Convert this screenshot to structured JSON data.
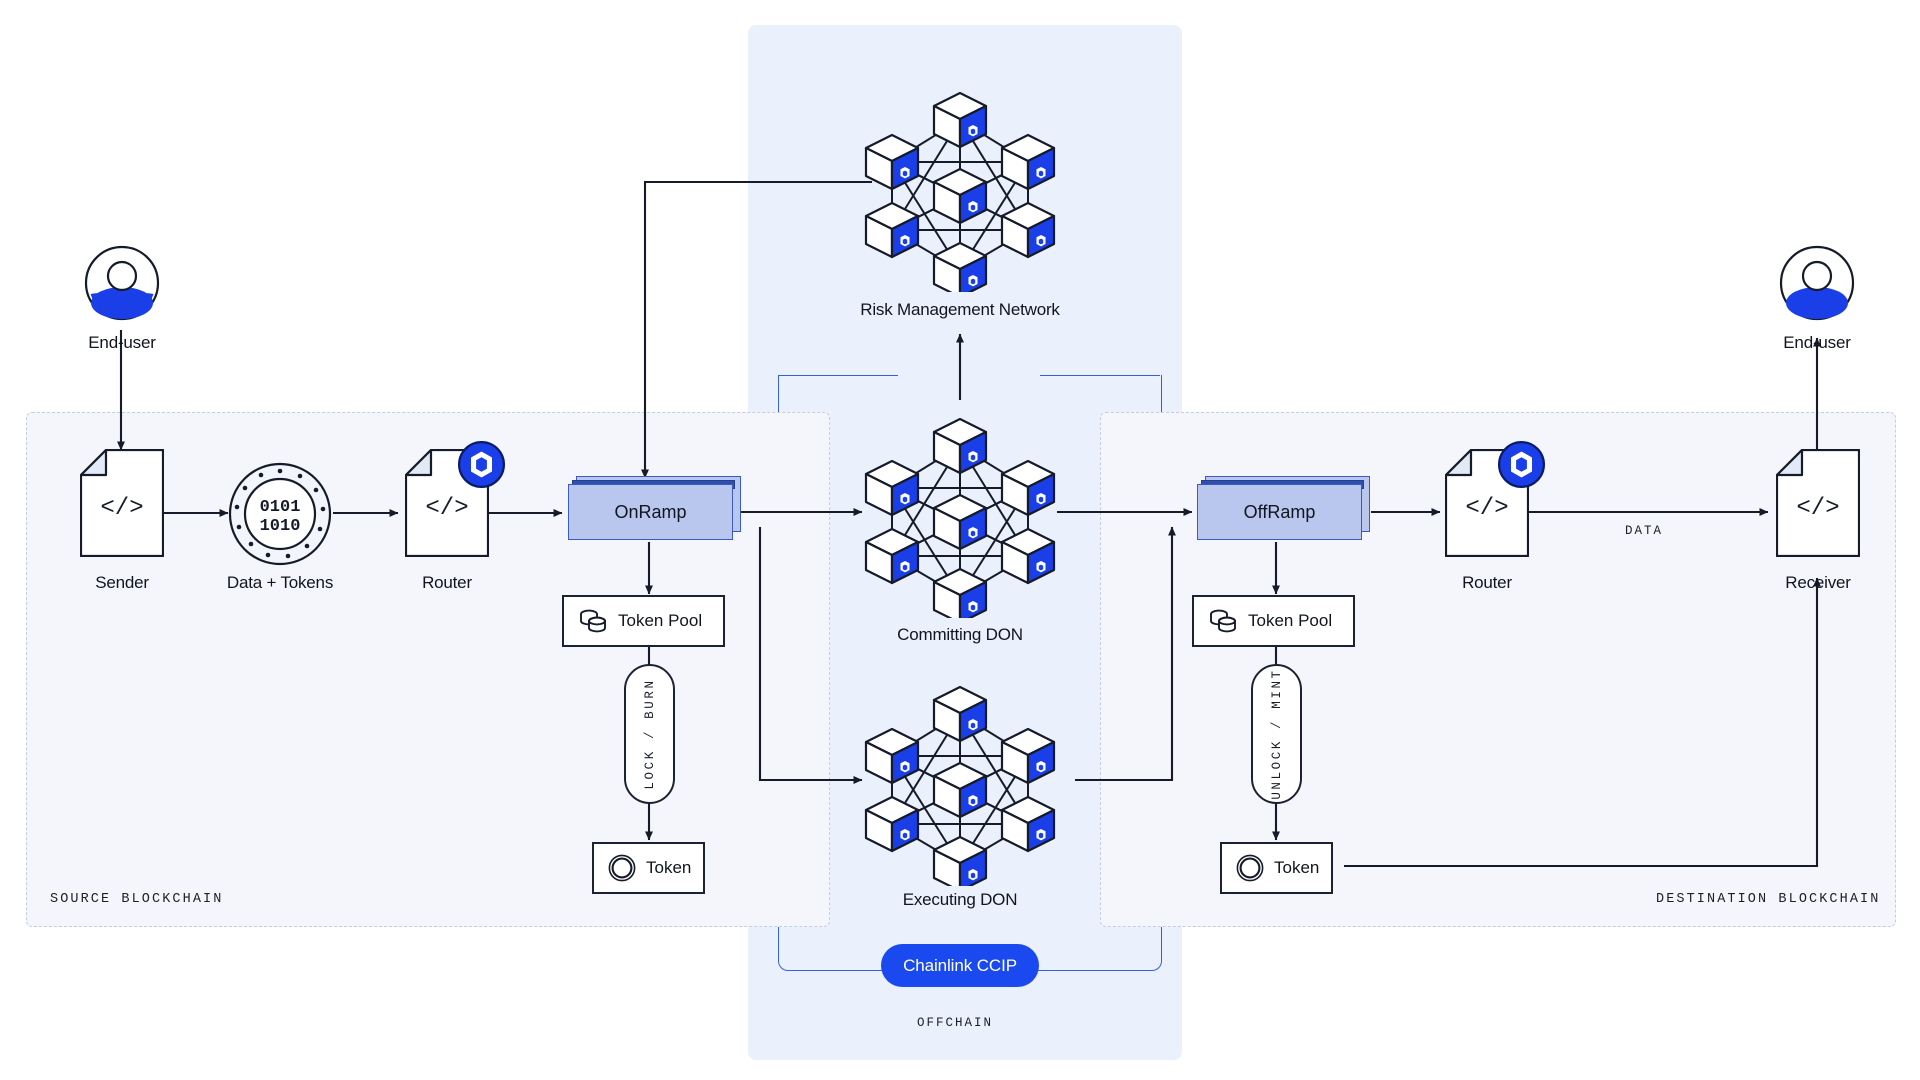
{
  "diagram": {
    "title": "Chainlink CCIP cross-chain architecture",
    "colors": {
      "chainlink_blue": "#1a4aef",
      "ramp_fill": "#b9c7ee",
      "ramp_border": "#3a5bbf",
      "ramp_bar": "#2f4fae",
      "zone_fill": "#f4f6fb",
      "zone_border": "#c3cde6",
      "offchain_fill": "#eaf0fc",
      "offchain_border": "#3760d6",
      "stroke": "#1b2233"
    }
  },
  "zones": {
    "source": {
      "label": "SOURCE BLOCKCHAIN"
    },
    "destination": {
      "label": "DESTINATION BLOCKCHAIN"
    },
    "offchain": {
      "label": "OFFCHAIN"
    }
  },
  "source_chain": {
    "end_user": {
      "label": "End-user",
      "icon": "user-avatar-icon"
    },
    "sender": {
      "label": "Sender",
      "icon": "code-document-icon",
      "glyph": "</>"
    },
    "data_tokens": {
      "label": "Data + Tokens",
      "icon": "binary-coin-icon",
      "line1": "0101",
      "line2": "1010"
    },
    "router": {
      "label": "Router",
      "icon": "code-document-icon",
      "glyph": "</>",
      "badge": "chainlink-hexagon-icon"
    },
    "onramp": {
      "label": "OnRamp"
    },
    "token_pool": {
      "label": "Token Pool",
      "icon": "token-pool-stack-icon"
    },
    "lock_burn": {
      "label": "LOCK / BURN"
    },
    "token": {
      "label": "Token",
      "icon": "coin-icon"
    }
  },
  "destination_chain": {
    "offramp": {
      "label": "OffRamp"
    },
    "token_pool": {
      "label": "Token Pool",
      "icon": "token-pool-stack-icon"
    },
    "unlock_mint": {
      "label": "UNLOCK / MINT"
    },
    "token": {
      "label": "Token",
      "icon": "coin-icon"
    },
    "router": {
      "label": "Router",
      "icon": "code-document-icon",
      "glyph": "</>",
      "badge": "chainlink-hexagon-icon"
    },
    "receiver": {
      "label": "Receiver",
      "icon": "code-document-icon",
      "glyph": "</>"
    },
    "end_user": {
      "label": "End-user",
      "icon": "user-avatar-icon"
    },
    "data_edge": {
      "label": "DATA"
    }
  },
  "offchain": {
    "risk_management_network": {
      "label": "Risk Management Network",
      "icon": "don-node-cluster-icon",
      "nodes": 7
    },
    "committing_don": {
      "label": "Committing DON",
      "icon": "don-node-cluster-icon",
      "nodes": 7
    },
    "executing_don": {
      "label": "Executing DON",
      "icon": "don-node-cluster-icon",
      "nodes": 7
    },
    "ccip_badge": {
      "label": "Chainlink CCIP"
    }
  }
}
